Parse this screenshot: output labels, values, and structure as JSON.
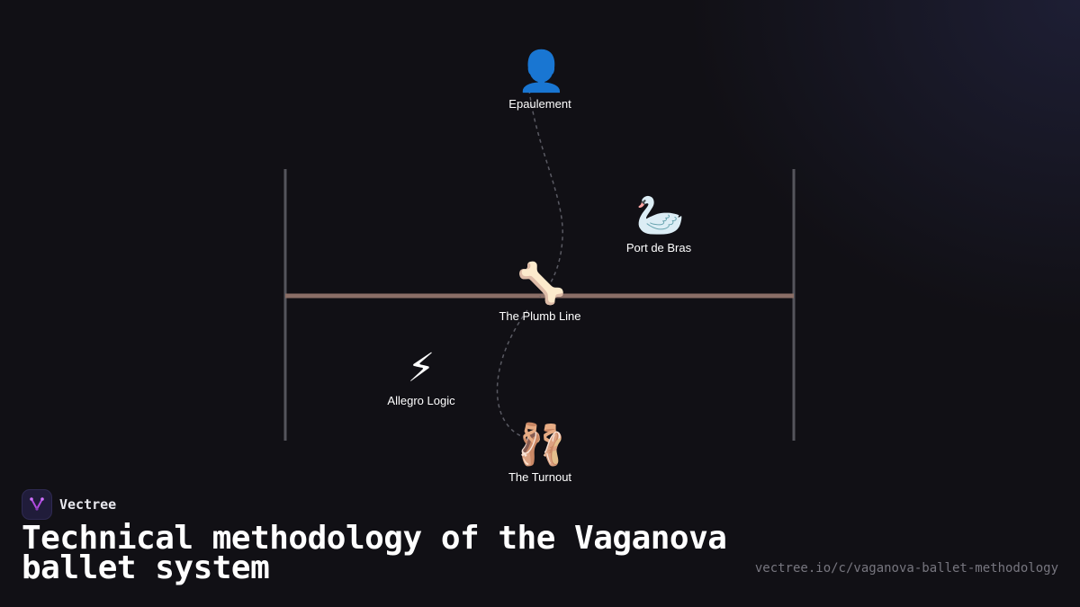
{
  "diagram": {
    "nodes": [
      {
        "id": "epaulement",
        "label": "Epaulement",
        "icon": "person-silhouette-icon",
        "glyph": "👤"
      },
      {
        "id": "port-de-bras",
        "label": "Port de Bras",
        "icon": "swan-icon",
        "glyph": "🦢"
      },
      {
        "id": "plumb-line",
        "label": "The Plumb Line",
        "icon": "bone-icon",
        "glyph": "🦴"
      },
      {
        "id": "allegro-logic",
        "label": "Allegro Logic",
        "icon": "lightning-icon",
        "glyph": "⚡"
      },
      {
        "id": "turnout",
        "label": "The Turnout",
        "icon": "ballet-shoes-icon",
        "glyph": "🩰"
      }
    ],
    "connections": [
      {
        "from": "epaulement",
        "to": "plumb-line",
        "style": "dashed"
      },
      {
        "from": "plumb-line",
        "to": "turnout",
        "style": "dashed"
      }
    ],
    "colors": {
      "barre": "#8a6e66",
      "posts": "#55555c",
      "connector": "#5a5a63"
    }
  },
  "brand": {
    "name": "Vectree",
    "logo_color": "#b04adf"
  },
  "footer": {
    "title": "Technical methodology of the Vaganova ballet system",
    "url": "vectree.io/c/vaganova-ballet-methodology"
  }
}
